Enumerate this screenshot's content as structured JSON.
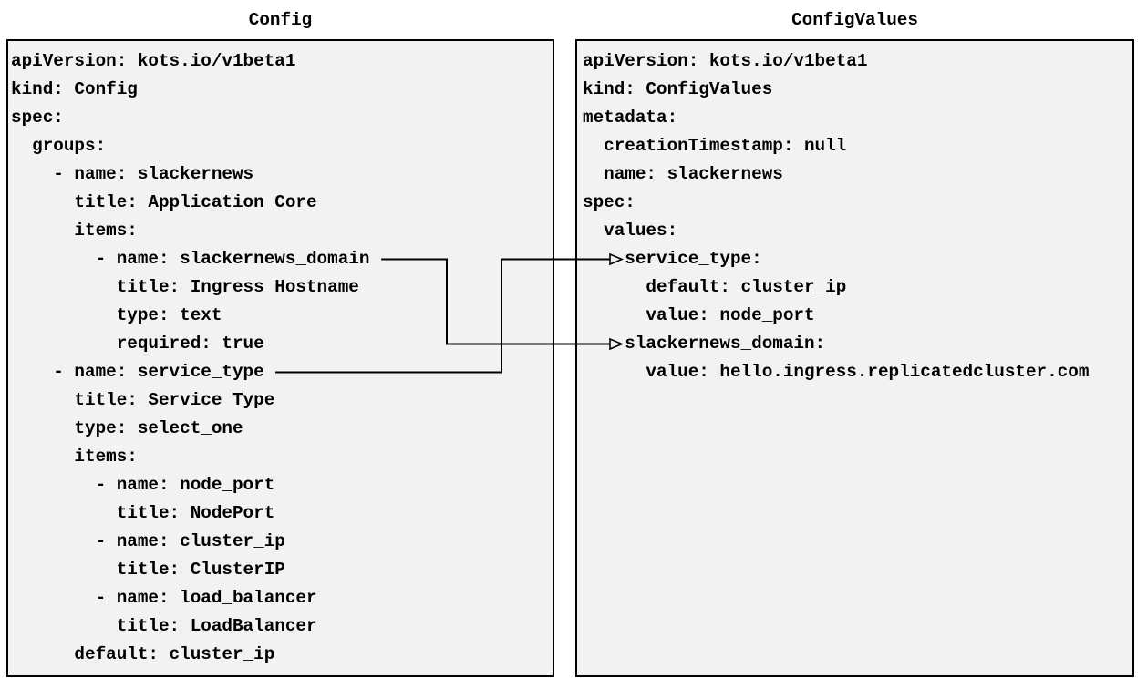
{
  "left_panel": {
    "title": "Config",
    "lines": [
      "apiVersion: kots.io/v1beta1",
      "kind: Config",
      "spec:",
      "  groups:",
      "    - name: slackernews",
      "      title: Application Core",
      "      items:",
      "        - name: slackernews_domain",
      "          title: Ingress Hostname",
      "          type: text",
      "          required: true",
      "    - name: service_type",
      "      title: Service Type",
      "      type: select_one",
      "      items:",
      "        - name: node_port",
      "          title: NodePort",
      "        - name: cluster_ip",
      "          title: ClusterIP",
      "        - name: load_balancer",
      "          title: LoadBalancer",
      "      default: cluster_ip"
    ]
  },
  "right_panel": {
    "title": "ConfigValues",
    "lines": [
      "apiVersion: kots.io/v1beta1",
      "kind: ConfigValues",
      "metadata:",
      "  creationTimestamp: null",
      "  name: slackernews",
      "spec:",
      "  values:",
      "    service_type:",
      "      default: cluster_ip",
      "      value: node_port",
      "    slackernews_domain:",
      "      value: hello.ingress.replicatedcluster.com"
    ]
  },
  "arrows": [
    {
      "name": "slackernews-domain-mapping",
      "from": "- name: slackernews_domain",
      "to": "slackernews_domain:",
      "from_line": 8,
      "to_line": 11
    },
    {
      "name": "service-type-mapping",
      "from": "- name: service_type",
      "to": "service_type:",
      "from_line": 12,
      "to_line": 8
    }
  ],
  "colors": {
    "page_background": "#ffffff",
    "box_background": "#f2f2f2",
    "border": "#000000",
    "text": "#000000",
    "arrow": "#000000"
  }
}
